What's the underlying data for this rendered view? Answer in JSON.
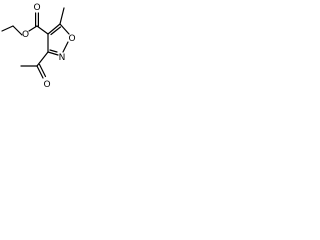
{
  "molecule": {
    "atoms": {
      "o_ester_carbonyl": "O",
      "o_ester_link": "O",
      "o_ring": "O",
      "n_ring": "N",
      "o_acetyl": "O"
    },
    "colors": {
      "ink": "#000000",
      "background": "#ffffff"
    }
  }
}
